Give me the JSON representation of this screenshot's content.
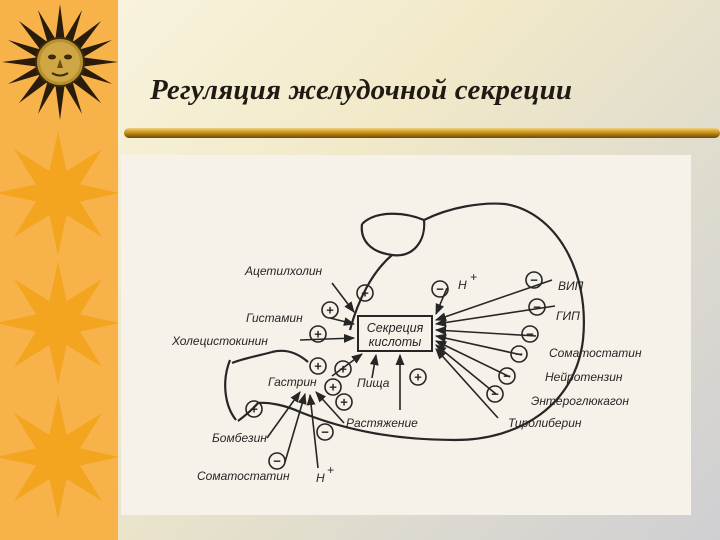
{
  "title": "Регуляция желудочной секреции",
  "diagram": {
    "center_box": {
      "line1": "Секреция",
      "line2": "кислоты"
    },
    "stimulators": {
      "acetylcholine": "Ацетилхолин",
      "histamine": "Гистамин",
      "cholecystokinin": "Холецистокинин",
      "gastrin": "Гастрин",
      "food": "Пища",
      "distension": "Растяжение",
      "bombesin": "Бомбезин",
      "trh": "Тиролиберин"
    },
    "inhibitors": {
      "h_ion": "H",
      "vip": "ВИП",
      "gip": "ГИП",
      "somatostatin": "Соматостатин",
      "neurotensin": "Нейротензин",
      "enteroglucagon": "Энтероглюкагон",
      "somatostatin_bottom": "Соматостатин",
      "h_ion_bottom": "H"
    },
    "superscript_plus": "+",
    "plus_sign": "+",
    "minus_sign": "−"
  },
  "colors": {
    "sidebar": "#f7b24a",
    "sun_rays": "#f4a51f",
    "title_rule": "#c28b14",
    "diagram_ink": "#262626",
    "diagram_paper": "#f6f1e9"
  }
}
